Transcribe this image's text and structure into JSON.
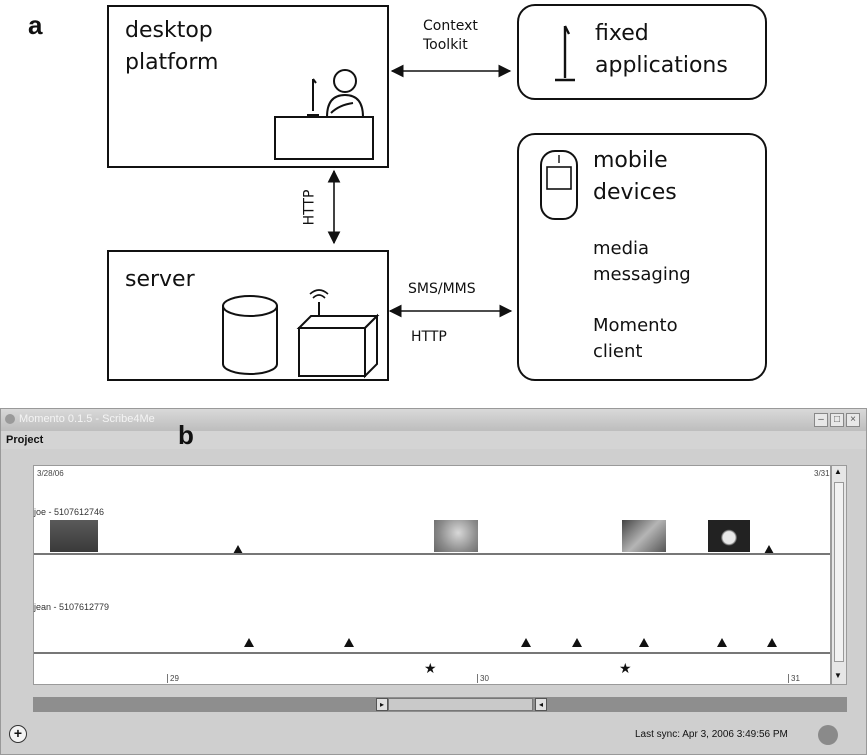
{
  "panel_a": {
    "letter": "a",
    "desktop": "desktop\nplatform",
    "fixed": "fixed\napplications",
    "server": "server",
    "mobile_title": "mobile\ndevices",
    "mobile_media": "media\nmessaging",
    "mobile_client": "Momento\nclient",
    "edge_context": "Context\nToolkit",
    "edge_http_vertical": "HTTP",
    "edge_sms": "SMS/MMS",
    "edge_http": "HTTP"
  },
  "panel_b": {
    "letter": "b",
    "window_title": "Momento 0.1.5 - Scribe4Me",
    "menu_project": "Project",
    "date_start": "3/28/06",
    "date_end": "3/31",
    "lane1": "joe - 5107612746",
    "lane2": "jean - 5107612779",
    "axis_29": "29",
    "axis_30": "30",
    "axis_31": "31",
    "sync_text": "Last sync: Apr 3, 2006 3:49:56 PM",
    "add_symbol": "+"
  },
  "icons": {
    "add": "plus-icon",
    "minimize": "minimize-icon",
    "maximize": "maximize-icon",
    "close": "close-icon",
    "status": "status-indicator-icon",
    "message": "triangle-marker-icon",
    "star": "star-marker-icon"
  },
  "colors": {
    "line": "#111111",
    "window_bg": "#cfcfcf",
    "scroll_track": "#8e8e8e"
  }
}
